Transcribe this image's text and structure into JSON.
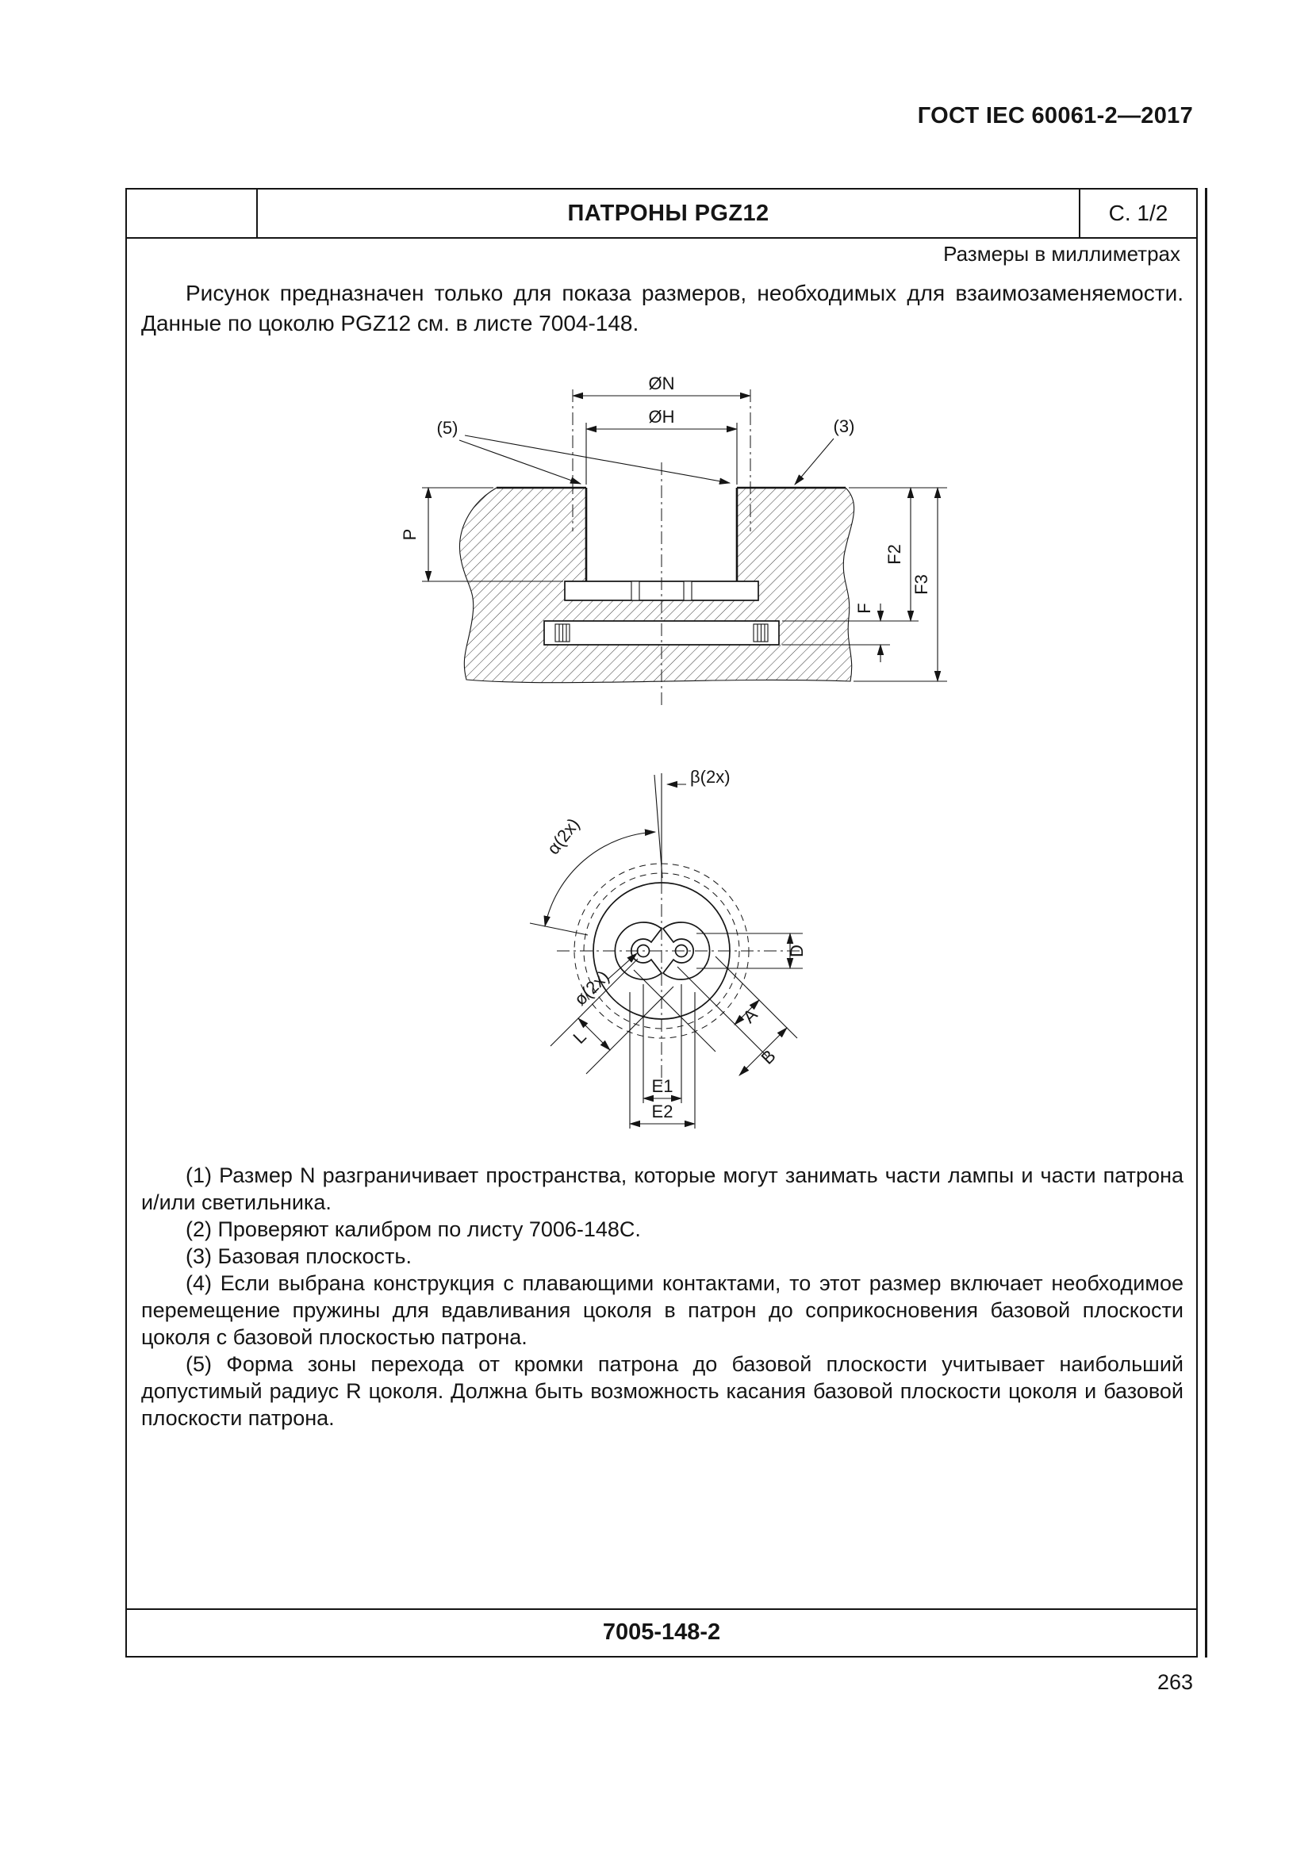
{
  "doc": {
    "header": "ГОСТ IEC 60061-2—2017",
    "page_number": "263"
  },
  "sheet": {
    "title": "ПАТРОНЫ PGZ12",
    "page_ref": "С. 1/2",
    "units": "Размеры в миллиметрах",
    "intro": "Рисунок предназначен только для показа размеров, необходимых для взаимозаменяемости. Данные по цоколю PGZ12 см. в листе 7004-148.",
    "sheet_code": "7005-148-2"
  },
  "section_view": {
    "dim_n": "ØN",
    "dim_h": "ØH",
    "callout_5": "(5)",
    "callout_3": "(3)",
    "dim_p": "P",
    "dim_f2": "F2",
    "dim_f3": "F3",
    "dim_f": "F"
  },
  "bottom_view": {
    "dim_beta": "β(2x)",
    "dim_alpha": "α(2x)",
    "dim_d": "D",
    "dim_a": "A",
    "dim_b": "B",
    "dim_e1": "E1",
    "dim_e2": "E2",
    "dim_l": "L",
    "dim_dia": "ø(2x)"
  },
  "notes": [
    "(1) Размер N разграничивает пространства, которые могут занимать части лампы и части патрона и/или светильника.",
    "(2) Проверяют калибром по листу 7006-148С.",
    "(3) Базовая плоскость.",
    "(4) Если выбрана конструкция с плавающими контактами, то этот размер включает необходимое перемещение пружины для вдавливания цоколя в патрон до соприкосновения базовой плоскости цоколя с базовой плоскостью патрона.",
    "(5) Форма зоны перехода от кромки патрона до базовой плоскости учитывает наибольший допустимый радиус R цоколя. Должна быть возможность касания базовой плоскости цоколя и базовой плоскости патрона."
  ]
}
